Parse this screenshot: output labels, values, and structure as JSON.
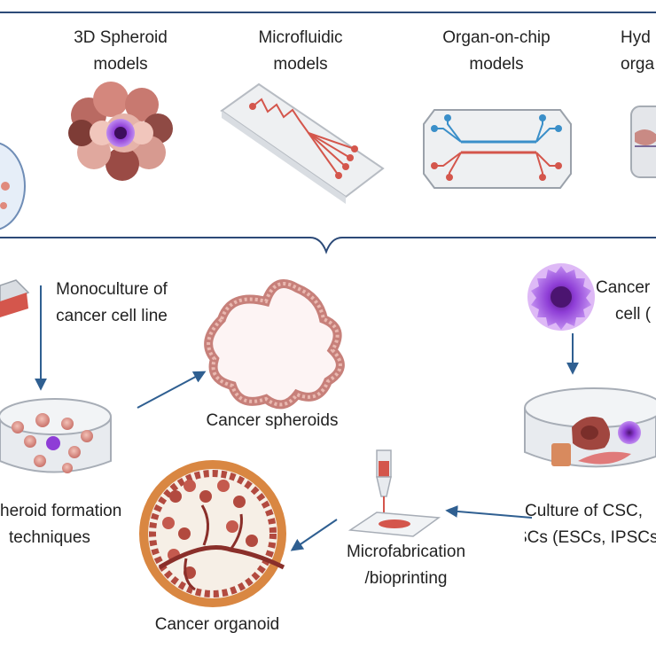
{
  "colors": {
    "frame": "#2c4a78",
    "arrow": "#2f5f91",
    "cell_pink": "#e8a39a",
    "cell_dark": "#9a4b45",
    "purple": "#8e3dd6",
    "chip_red": "#d4564c",
    "chip_blue": "#3a8fc9",
    "dish_gray": "#d9dde3"
  },
  "top_models": [
    {
      "line1": "3D Spheroid",
      "line2": "models"
    },
    {
      "line1": "Microfluidic",
      "line2": "models"
    },
    {
      "line1": "Organ-on-chip",
      "line2": "models"
    },
    {
      "line1": "Hyd",
      "line2": "orga"
    }
  ],
  "labels": {
    "monoculture": [
      "Monoculture of",
      "cancer cell line"
    ],
    "spheroids": "Cancer spheroids",
    "spheroid_formation": [
      "heroid formation",
      "techniques"
    ],
    "cancer_stem": [
      "Cancer",
      "cell ("
    ],
    "culture_csc": [
      "Culture of  CSC,",
      "SCs (ESCs, IPSCs"
    ],
    "microfab": [
      "Microfabrication",
      "/bioprinting"
    ],
    "organoid": "Cancer organoid"
  }
}
